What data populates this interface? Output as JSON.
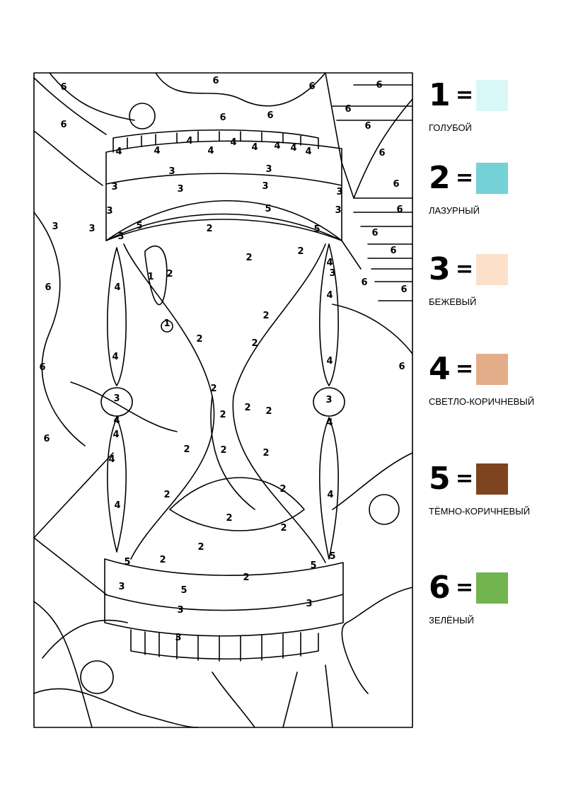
{
  "legend": [
    {
      "number": "1",
      "equals": "=",
      "name": "ГОЛУБОЙ",
      "color": "#daf7f8"
    },
    {
      "number": "2",
      "equals": "=",
      "name": "ЛАЗУРНЫЙ",
      "color": "#74d1d8"
    },
    {
      "number": "3",
      "equals": "=",
      "name": "БЕЖЕВЫЙ",
      "color": "#fde0c9"
    },
    {
      "number": "4",
      "equals": "=",
      "name": "СВЕТЛО-КОРИЧНЕВЫЙ",
      "color": "#e4ad8a"
    },
    {
      "number": "5",
      "equals": "=",
      "name": "ТЁМНО-КОРИЧНЕВЫЙ",
      "color": "#7e4420"
    },
    {
      "number": "6",
      "equals": "=",
      "name": "ЗЕЛЁНЫЙ",
      "color": "#72b44e"
    }
  ],
  "region_labels": [
    "6",
    "6",
    "6",
    "6",
    "6",
    "6",
    "6",
    "6",
    "6",
    "6",
    "6",
    "6",
    "6",
    "6",
    "6",
    "6",
    "6",
    "6",
    "6",
    "6",
    "4",
    "4",
    "4",
    "4",
    "4",
    "4",
    "4",
    "4",
    "4",
    "4",
    "4",
    "4",
    "4",
    "4",
    "4",
    "4",
    "4",
    "4",
    "4",
    "4",
    "3",
    "3",
    "3",
    "3",
    "3",
    "3",
    "3",
    "3",
    "3",
    "3",
    "3",
    "3",
    "3",
    "3",
    "3",
    "3",
    "3",
    "3",
    "2",
    "2",
    "2",
    "2",
    "2",
    "2",
    "2",
    "2",
    "2",
    "2",
    "2",
    "2",
    "2",
    "2",
    "2",
    "2",
    "2",
    "2",
    "2",
    "2",
    "2",
    "5",
    "5",
    "5",
    "5",
    "5",
    "5",
    "5",
    "1",
    "1"
  ]
}
